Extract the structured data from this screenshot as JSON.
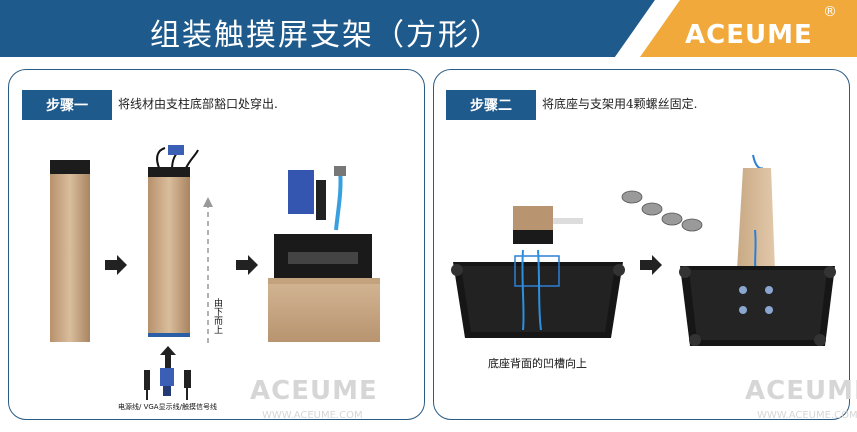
{
  "header": {
    "title": "组装触摸屏支架（方形）",
    "brand": "ACEUME",
    "brand_mark": "®"
  },
  "step1": {
    "tag": "步骤一",
    "text": "将线材由支柱底部豁口处穿出.",
    "arrow_label": "由下而上",
    "cables_caption": "电源线/ VGA显示线/触摸信号线"
  },
  "step2": {
    "tag": "步骤二",
    "text": "将底座与支架用4颗螺丝固定.",
    "base_caption": "底座背面的凹槽向上"
  },
  "watermark": {
    "brand": "ACEUME",
    "url": "WWW.ACEUME.COM"
  },
  "colors": {
    "header_blue": "#1f5a8c",
    "header_orange": "#f2a93b",
    "panel_border": "#2a5b84"
  }
}
